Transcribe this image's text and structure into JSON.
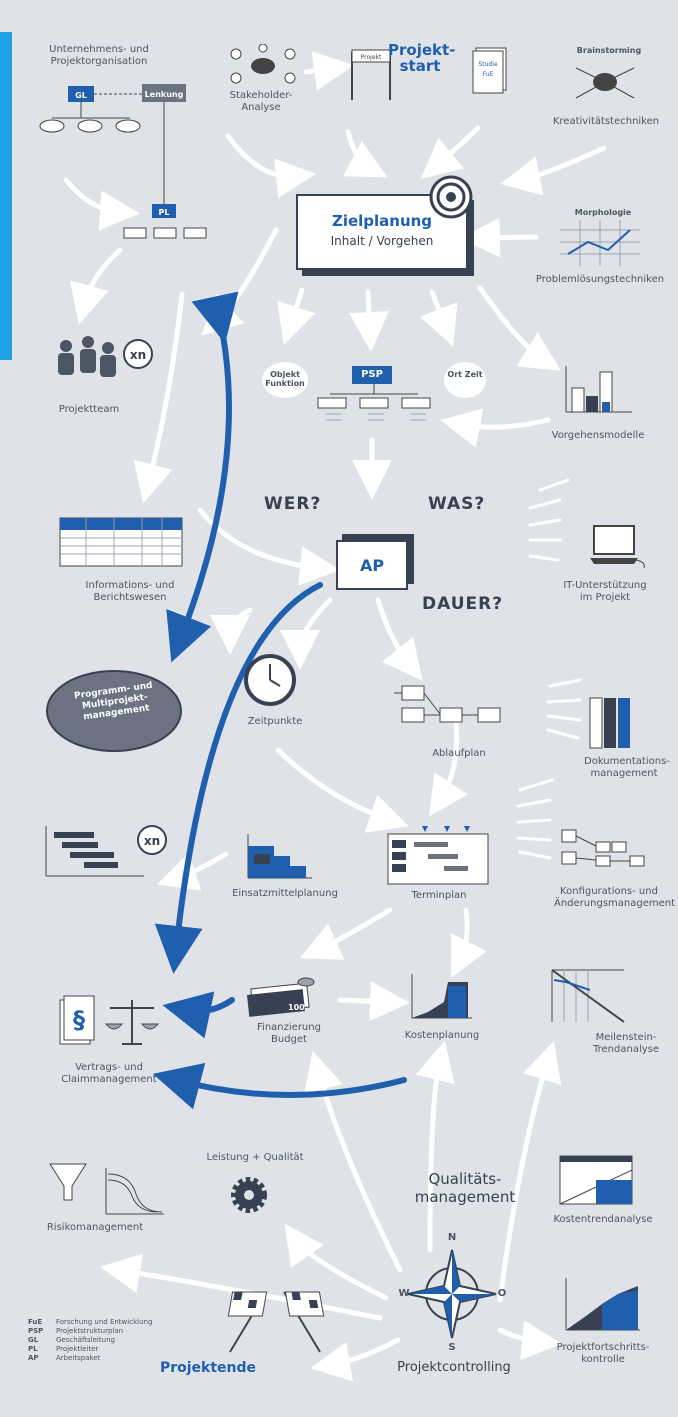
{
  "labels": {
    "unternehmensorg": "Unternehmens- und Projektorganisation",
    "gl": "GL",
    "lenkung": "Lenkung",
    "pl": "PL",
    "stakeholder": "Stakeholder-Analyse",
    "projekt": "Projekt",
    "start": "Projekt- start",
    "studie": "Studie",
    "fue": "FuE",
    "brainstorming": "Brainstorming",
    "kreativ": "Kreativitätstechniken",
    "zielplanung": "Zielplanung",
    "inhalt": "Inhalt / Vorgehen",
    "morphologie": "Morphologie",
    "problem": "Problemlösungstechniken",
    "projektteam": "Projektteam",
    "xn": "xn",
    "objekt": "Objekt Funktion",
    "psp": "PSP",
    "ortzeit": "Ort Zeit",
    "vorgehensmodelle": "Vorgehensmodelle",
    "wer": "WER?",
    "was": "WAS?",
    "dauer": "DAUER?",
    "ap": "AP",
    "info": "Informations- und Berichtswesen",
    "it": "IT-Unterstützung im Projekt",
    "programm": "Programm- und Multiprojekt- management",
    "zeitpunkte": "Zeitpunkte",
    "ablaufplan": "Ablaufplan",
    "doku": "Dokumentations- management",
    "einsatz": "Einsatzmittelplanung",
    "terminplan": "Terminplan",
    "konfig": "Konfigurations- und Änderungsmanagement",
    "vertrag": "Vertrags- und Claimmanagement",
    "finanz": "Finanzierung Budget",
    "kosten": "Kostenplanung",
    "meilenstein": "Meilenstein- Trendanalyse",
    "leistung": "Leistung + Qualität",
    "qualitaet": "Qualitäts- management",
    "risiko": "Risikomanagement",
    "kostentrend": "Kostentrendanalyse",
    "projektende": "Projektende",
    "controlling": "Projektcontrolling",
    "fortschritt": "Projektfortschritts- kontrolle",
    "compass_n": "N",
    "compass_w": "W",
    "compass_o": "O",
    "compass_s": "S",
    "paragraph": "§",
    "money": "100"
  },
  "legend": [
    {
      "key": "FuE",
      "text": "Forschung und Entwicklung"
    },
    {
      "key": "PSP",
      "text": "Projektstrukturplan"
    },
    {
      "key": "GL",
      "text": "Geschäftsleitung"
    },
    {
      "key": "PL",
      "text": "Projektleiter"
    },
    {
      "key": "AP",
      "text": "Arbeitspaket"
    }
  ],
  "colors": {
    "accent": "#1ea0e6",
    "blue": "#1f5fae",
    "background": "#dfe3e8",
    "arrow": "#ffffff"
  }
}
